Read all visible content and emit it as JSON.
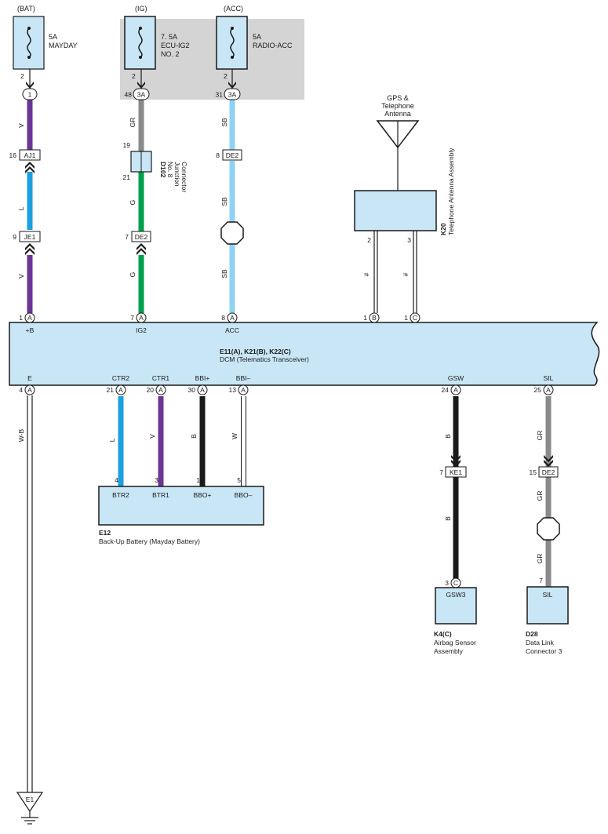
{
  "fuses": {
    "bat_source": "(BAT)",
    "bat_amp": "5A",
    "bat_name": "MAYDAY",
    "ig_source": "(IG)",
    "ig_amp": "7. 5A",
    "ig_name1": "ECU-IG2",
    "ig_name2": "NO. 2",
    "acc_source": "(ACC)",
    "acc_amp": "5A",
    "acc_name": "RADIO-ACC",
    "pin_bat": "2",
    "pin_ig": "2",
    "pin_acc": "2"
  },
  "connectors": {
    "c1": "1",
    "c3a_ig": "3A",
    "c3a_ig_pin": "48",
    "c3a_acc": "3A",
    "c3a_acc_pin": "31",
    "aj1": "AJ1",
    "aj1_pin": "16",
    "je1": "JE1",
    "je1_pin": "9",
    "de2_acc": "DE2",
    "de2_acc_pin": "8",
    "de2_ig": "DE2",
    "de2_ig_pin": "7",
    "ke1": "KE1",
    "ke1_pin": "7",
    "de2_sil": "DE2",
    "de2_sil_pin": "15"
  },
  "junction": {
    "code": "D102",
    "name1": "No. 8",
    "name2": "Junction",
    "name3": "Connector",
    "pin_top": "19",
    "pin_bottom": "21"
  },
  "wires": {
    "v": "V",
    "gr": "GR",
    "sb": "SB",
    "l": "L",
    "g": "G",
    "b": "B",
    "w": "W",
    "wb": "W-B",
    "hash": "#"
  },
  "antenna": {
    "label1": "GPS &",
    "label2": "Telephone",
    "label3": "Antenna",
    "code": "K20",
    "name": "Telephone Antenna Assembly",
    "pin_left": "2",
    "pin_right": "3"
  },
  "dcm": {
    "title": "E11(A), K21(B), K22(C)",
    "subtitle": "DCM (Telematics Transceiver)",
    "top_pins": [
      {
        "num": "1",
        "conn": "A",
        "label": "+B"
      },
      {
        "num": "7",
        "conn": "A",
        "label": "IG2"
      },
      {
        "num": "8",
        "conn": "A",
        "label": "ACC"
      },
      {
        "num": "1",
        "conn": "B",
        "label": ""
      },
      {
        "num": "1",
        "conn": "C",
        "label": ""
      }
    ],
    "bottom_pins": [
      {
        "num": "4",
        "conn": "A",
        "label": "E"
      },
      {
        "num": "21",
        "conn": "A",
        "label": "CTR2"
      },
      {
        "num": "20",
        "conn": "A",
        "label": "CTR1"
      },
      {
        "num": "30",
        "conn": "A",
        "label": "BBI+"
      },
      {
        "num": "13",
        "conn": "A",
        "label": "BBI–"
      },
      {
        "num": "24",
        "conn": "A",
        "label": "GSW"
      },
      {
        "num": "25",
        "conn": "A",
        "label": "SIL"
      }
    ]
  },
  "battery": {
    "code": "E12",
    "name": "Back-Up Battery (Mayday Battery)",
    "pins": [
      {
        "num": "4",
        "label": "BTR2"
      },
      {
        "num": "3",
        "label": "BTR1"
      },
      {
        "num": "1",
        "label": "BBO+"
      },
      {
        "num": "5",
        "label": "BBO–"
      }
    ]
  },
  "airbag": {
    "code": "K4(C)",
    "name1": "Airbag Sensor",
    "name2": "Assembly",
    "pin_num": "3",
    "pin_conn": "C",
    "pin_label": "GSW3"
  },
  "dlc": {
    "code": "D28",
    "name1": "Data Link",
    "name2": "Connector 3",
    "pin_num": "7",
    "pin_label": "SIL"
  },
  "ground": {
    "label": "E1"
  },
  "colors": {
    "violet": "#6b3593",
    "gray": "#8a8a8a",
    "sky": "#8fd3f4",
    "blue": "#1aa0e0",
    "green": "#00a04a",
    "black": "#1a1a1a",
    "box": "#c9e6f6",
    "shade": "#d4d4d4"
  }
}
